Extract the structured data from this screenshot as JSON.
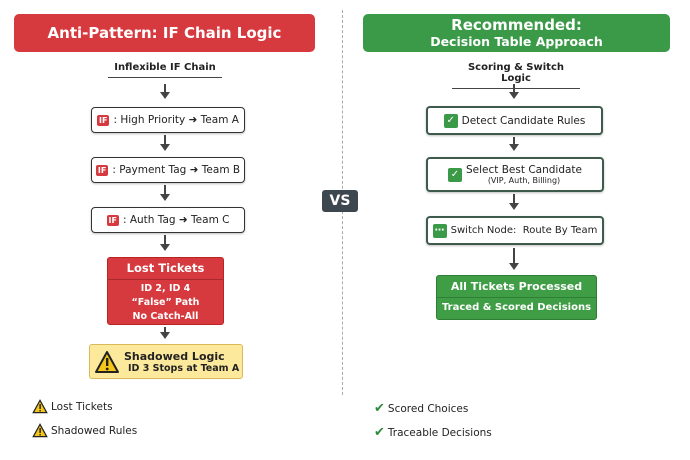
{
  "left": {
    "header": "Anti-Pattern: IF Chain Logic",
    "subtitle": "Inflexible IF Chain",
    "if_tag": "IF",
    "steps": [
      ": High Priority ➜ Team A",
      ": Payment Tag ➜ Team B",
      ": Auth Tag ➜ Team C"
    ],
    "lost": {
      "title": "Lost Tickets",
      "lines": [
        "ID 2, ID 4",
        "“False” Path",
        "No Catch-All"
      ]
    },
    "shadowed": {
      "title": "Shadowed Logic",
      "detail": "ID 3 Stops at Team A"
    },
    "legend": [
      "Lost Tickets",
      "Shadowed Rules"
    ]
  },
  "vs": "VS",
  "right": {
    "header_line1": "Recommended:",
    "header_line2": "Decision Table Approach",
    "subtitle": "Scoring & Switch Logic",
    "steps": [
      {
        "label": "Detect Candidate Rules",
        "icon": "check-icon"
      },
      {
        "label": "Select Best Candidate",
        "detail": "(VIP, Auth, Billing)",
        "icon": "check-icon"
      },
      {
        "label": "Switch Node:  Route By Team",
        "icon": "more-icon"
      }
    ],
    "result": {
      "title": "All Tickets Processed",
      "detail": "Traced & Scored Decisions"
    },
    "legend": [
      "Scored Choices",
      "Traceable Decisions"
    ]
  },
  "colors": {
    "red": "#d63a3f",
    "green": "#3a9a48",
    "yellow": "#fde99b",
    "vs": "#3d474f"
  }
}
